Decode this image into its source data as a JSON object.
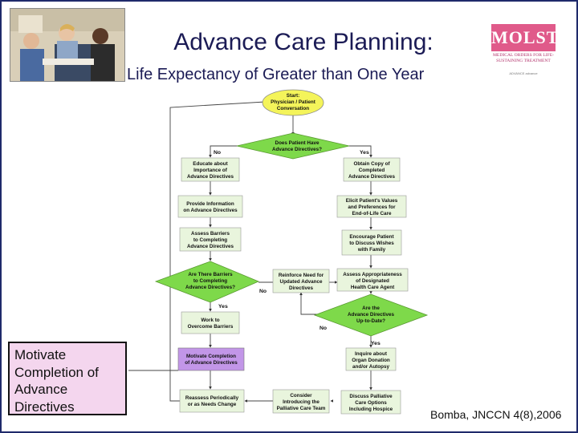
{
  "slide": {
    "title": "Advance Care Planning:",
    "subtitle": "Life Expectancy of Greater than One Year",
    "citation": "Bomba, JNCCN 4(8),2006",
    "callout": "Motivate Completion of Advance Directives"
  },
  "logo": {
    "wordmark": "MOLST",
    "tagline": "MEDICAL ORDERS FOR LIFE-SUSTAINING TREATMENT",
    "small_text": "ADVANCE  advance"
  },
  "colors": {
    "decision_fill": "#7ed94a",
    "process_fill": "#e9f5dd",
    "start_fill": "#f4f45a",
    "highlight_fill": "#c296e8",
    "callout_fill": "#f4d6ee",
    "logo_pink": "#e05a8a"
  },
  "flowchart": {
    "start": [
      "Start:",
      "Physician / Patient",
      "Conversation"
    ],
    "q_have_ad": [
      "Does Patient Have",
      "Advance Directives?"
    ],
    "no1": "No",
    "yes1": "Yes",
    "educate": [
      "Educate about",
      "Importance of",
      "Advance Directives"
    ],
    "obtain": [
      "Obtain Copy of",
      "Completed",
      "Advance Directives"
    ],
    "provide": [
      "Provide Information",
      "on Advance Directives"
    ],
    "elicit": [
      "Elicit Patient's Values",
      "and Preferences for",
      "End-of-Life Care"
    ],
    "assess_barriers": [
      "Assess Barriers",
      "to Completing",
      "Advance Directives"
    ],
    "encourage": [
      "Encourage Patient",
      "to Discuss Wishes",
      "with Family"
    ],
    "q_barriers": [
      "Are There Barriers",
      "to Completing",
      "Advance Directives?"
    ],
    "reinforce": [
      "Reinforce Need for",
      "Updated Advance",
      "Directives"
    ],
    "assess_agent": [
      "Assess Appropriateness",
      "of Designated",
      "Health Care Agent"
    ],
    "no2": "No",
    "yes2": "Yes",
    "work": [
      "Work to",
      "Overcome Barriers"
    ],
    "q_uptodate": [
      "Are the",
      "Advance Directives",
      "Up-to-Date?"
    ],
    "no3": "No",
    "yes3": "Yes",
    "motivate": [
      "Motivate Completion",
      "of Advance Directives"
    ],
    "inquire": [
      "Inquire about",
      "Organ Donation",
      "and/or Autopsy"
    ],
    "reassess": [
      "Reassess Periodically",
      "or as Needs Change"
    ],
    "consider": [
      "Consider",
      "Introducing the",
      "Palliative Care Team"
    ],
    "discuss": [
      "Discuss Palliative",
      "Care Options",
      "Including Hospice"
    ]
  }
}
